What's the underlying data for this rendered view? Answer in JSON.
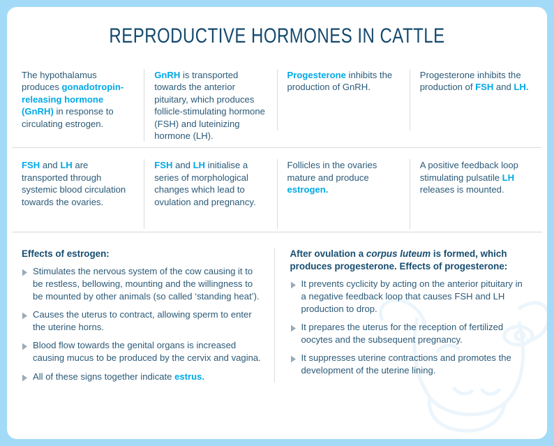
{
  "colors": {
    "page_background": "#a3daf7",
    "card_background": "#ffffff",
    "title": "#14496e",
    "body_text": "#2b5a78",
    "highlight": "#00a9e7",
    "heading": "#174d70",
    "divider": "#dcdcdc",
    "bullet_marker": "#9aaab6"
  },
  "title": "REPRODUCTIVE HORMONES IN CATTLE",
  "grid": {
    "rows": [
      {
        "cells": [
          {
            "id": "cell-hypothalamus-gnrh",
            "segments": [
              {
                "text": "The hypothalamus produces ",
                "highlight": false
              },
              {
                "text": "gonadotropin-releasing hormone (GnRH)",
                "highlight": true
              },
              {
                "text": " in response to circulating estrogen.",
                "highlight": false
              }
            ]
          },
          {
            "id": "cell-gnrh-transport",
            "segments": [
              {
                "text": "GnRH",
                "highlight": true
              },
              {
                "text": " is transported towards the anterior pituitary, which produces follicle-stimulating hormone (FSH) and luteinizing hormone (LH).",
                "highlight": false
              }
            ]
          },
          {
            "id": "cell-progesterone-inhibits-gnrh",
            "segments": [
              {
                "text": "Progesterone",
                "highlight": true
              },
              {
                "text": " inhibits the production of GnRH.",
                "highlight": false
              }
            ]
          },
          {
            "id": "cell-progesterone-inhibits-fsh-lh",
            "segments": [
              {
                "text": "Progesterone inhibits the production of ",
                "highlight": false
              },
              {
                "text": "FSH",
                "highlight": true
              },
              {
                "text": " and ",
                "highlight": false
              },
              {
                "text": "LH.",
                "highlight": true
              }
            ]
          }
        ]
      },
      {
        "cells": [
          {
            "id": "cell-fsh-lh-transport",
            "segments": [
              {
                "text": "FSH",
                "highlight": true
              },
              {
                "text": " and ",
                "highlight": false
              },
              {
                "text": "LH",
                "highlight": true
              },
              {
                "text": " are transported through systemic blood circulation towards the ovaries.",
                "highlight": false
              }
            ]
          },
          {
            "id": "cell-fsh-lh-morphological",
            "segments": [
              {
                "text": "FSH",
                "highlight": true
              },
              {
                "text": " and ",
                "highlight": false
              },
              {
                "text": "LH",
                "highlight": true
              },
              {
                "text": " initialise a series of morphological changes which lead to ovulation and pregnancy.",
                "highlight": false
              }
            ]
          },
          {
            "id": "cell-follicles-estrogen",
            "segments": [
              {
                "text": "Follicles in the ovaries mature and produce ",
                "highlight": false
              },
              {
                "text": "estrogen.",
                "highlight": true
              }
            ]
          },
          {
            "id": "cell-positive-feedback-lh",
            "segments": [
              {
                "text": "A positive feedback loop stimulating pulsatile ",
                "highlight": false
              },
              {
                "text": "LH",
                "highlight": true
              },
              {
                "text": " releases is mounted.",
                "highlight": false
              }
            ]
          }
        ]
      }
    ]
  },
  "panels": [
    {
      "id": "panel-estrogen",
      "heading_segments": [
        {
          "text": "Effects of estrogen:",
          "italic": false
        }
      ],
      "bullets": [
        {
          "segments": [
            {
              "text": "Stimulates the nervous system of the cow causing it to be restless, bellowing, mounting and the willingness to be mounted by other animals (so called ‘standing heat’).",
              "highlight": false
            }
          ]
        },
        {
          "segments": [
            {
              "text": "Causes the uterus to contract, allowing sperm to enter the uterine horns.",
              "highlight": false
            }
          ]
        },
        {
          "segments": [
            {
              "text": "Blood flow towards the genital organs is increased causing mucus to be produced by the cervix and vagina.",
              "highlight": false
            }
          ]
        },
        {
          "segments": [
            {
              "text": "All of these signs together indicate ",
              "highlight": false
            },
            {
              "text": "estrus.",
              "highlight": true
            }
          ]
        }
      ]
    },
    {
      "id": "panel-progesterone",
      "heading_segments": [
        {
          "text": "After ovulation a ",
          "italic": false
        },
        {
          "text": "corpus luteum",
          "italic": true
        },
        {
          "text": " is formed, which produces progesterone. Effects of progesterone:",
          "italic": false
        }
      ],
      "bullets": [
        {
          "segments": [
            {
              "text": "It prevents cyclicity by acting on the anterior pituitary in a negative feedback loop that causes FSH and LH production to drop.",
              "highlight": false
            }
          ]
        },
        {
          "segments": [
            {
              "text": "It prepares the uterus for the reception of fertilized oocytes and the subsequent pregnancy.",
              "highlight": false
            }
          ]
        },
        {
          "segments": [
            {
              "text": "It suppresses uterine contractions and promotes the development of the uterine lining.",
              "highlight": false
            }
          ]
        }
      ]
    }
  ],
  "watermark": {
    "name": "cow-head-watermark",
    "color": "#ddeef9"
  }
}
